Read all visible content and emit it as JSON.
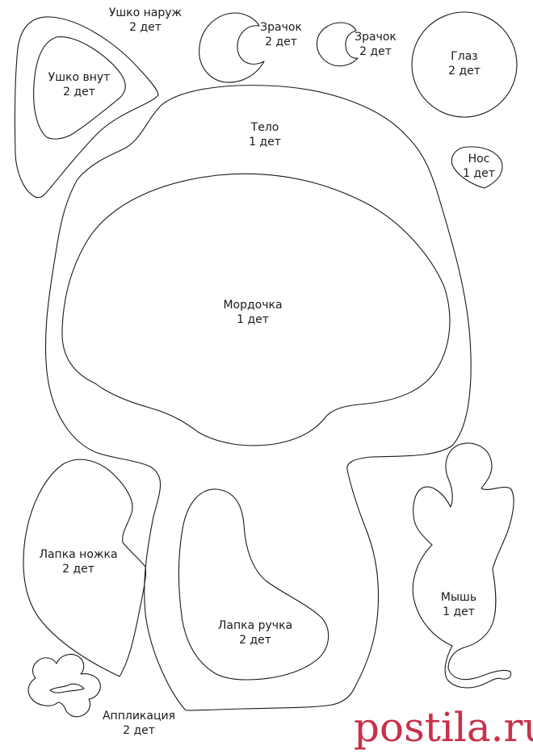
{
  "pieces": {
    "ear_outer": {
      "name": "Ушко наруж",
      "count": "2 дет"
    },
    "ear_inner": {
      "name": "Ушко внут",
      "count": "2 дет"
    },
    "pupil_large": {
      "name": "Зрачок",
      "count": "2 дет"
    },
    "pupil_small": {
      "name": "Зрачок",
      "count": "2 дет"
    },
    "eye": {
      "name": "Глаз",
      "count": "2 дет"
    },
    "body": {
      "name": "Тело",
      "count": "1 дет"
    },
    "nose": {
      "name": "Нос",
      "count": "1 дет"
    },
    "muzzle": {
      "name": "Мордочка",
      "count": "1 дет"
    },
    "leg_paw": {
      "name": "Лапка ножка",
      "count": "2 дет"
    },
    "arm_paw": {
      "name": "Лапка ручка",
      "count": "2 дет"
    },
    "mouse": {
      "name": "Мышь",
      "count": "1 дет"
    },
    "applique": {
      "name": "Аппликация",
      "count": "2 дет"
    }
  },
  "watermark": {
    "text": "postila.ru",
    "color": "#c9304a"
  }
}
